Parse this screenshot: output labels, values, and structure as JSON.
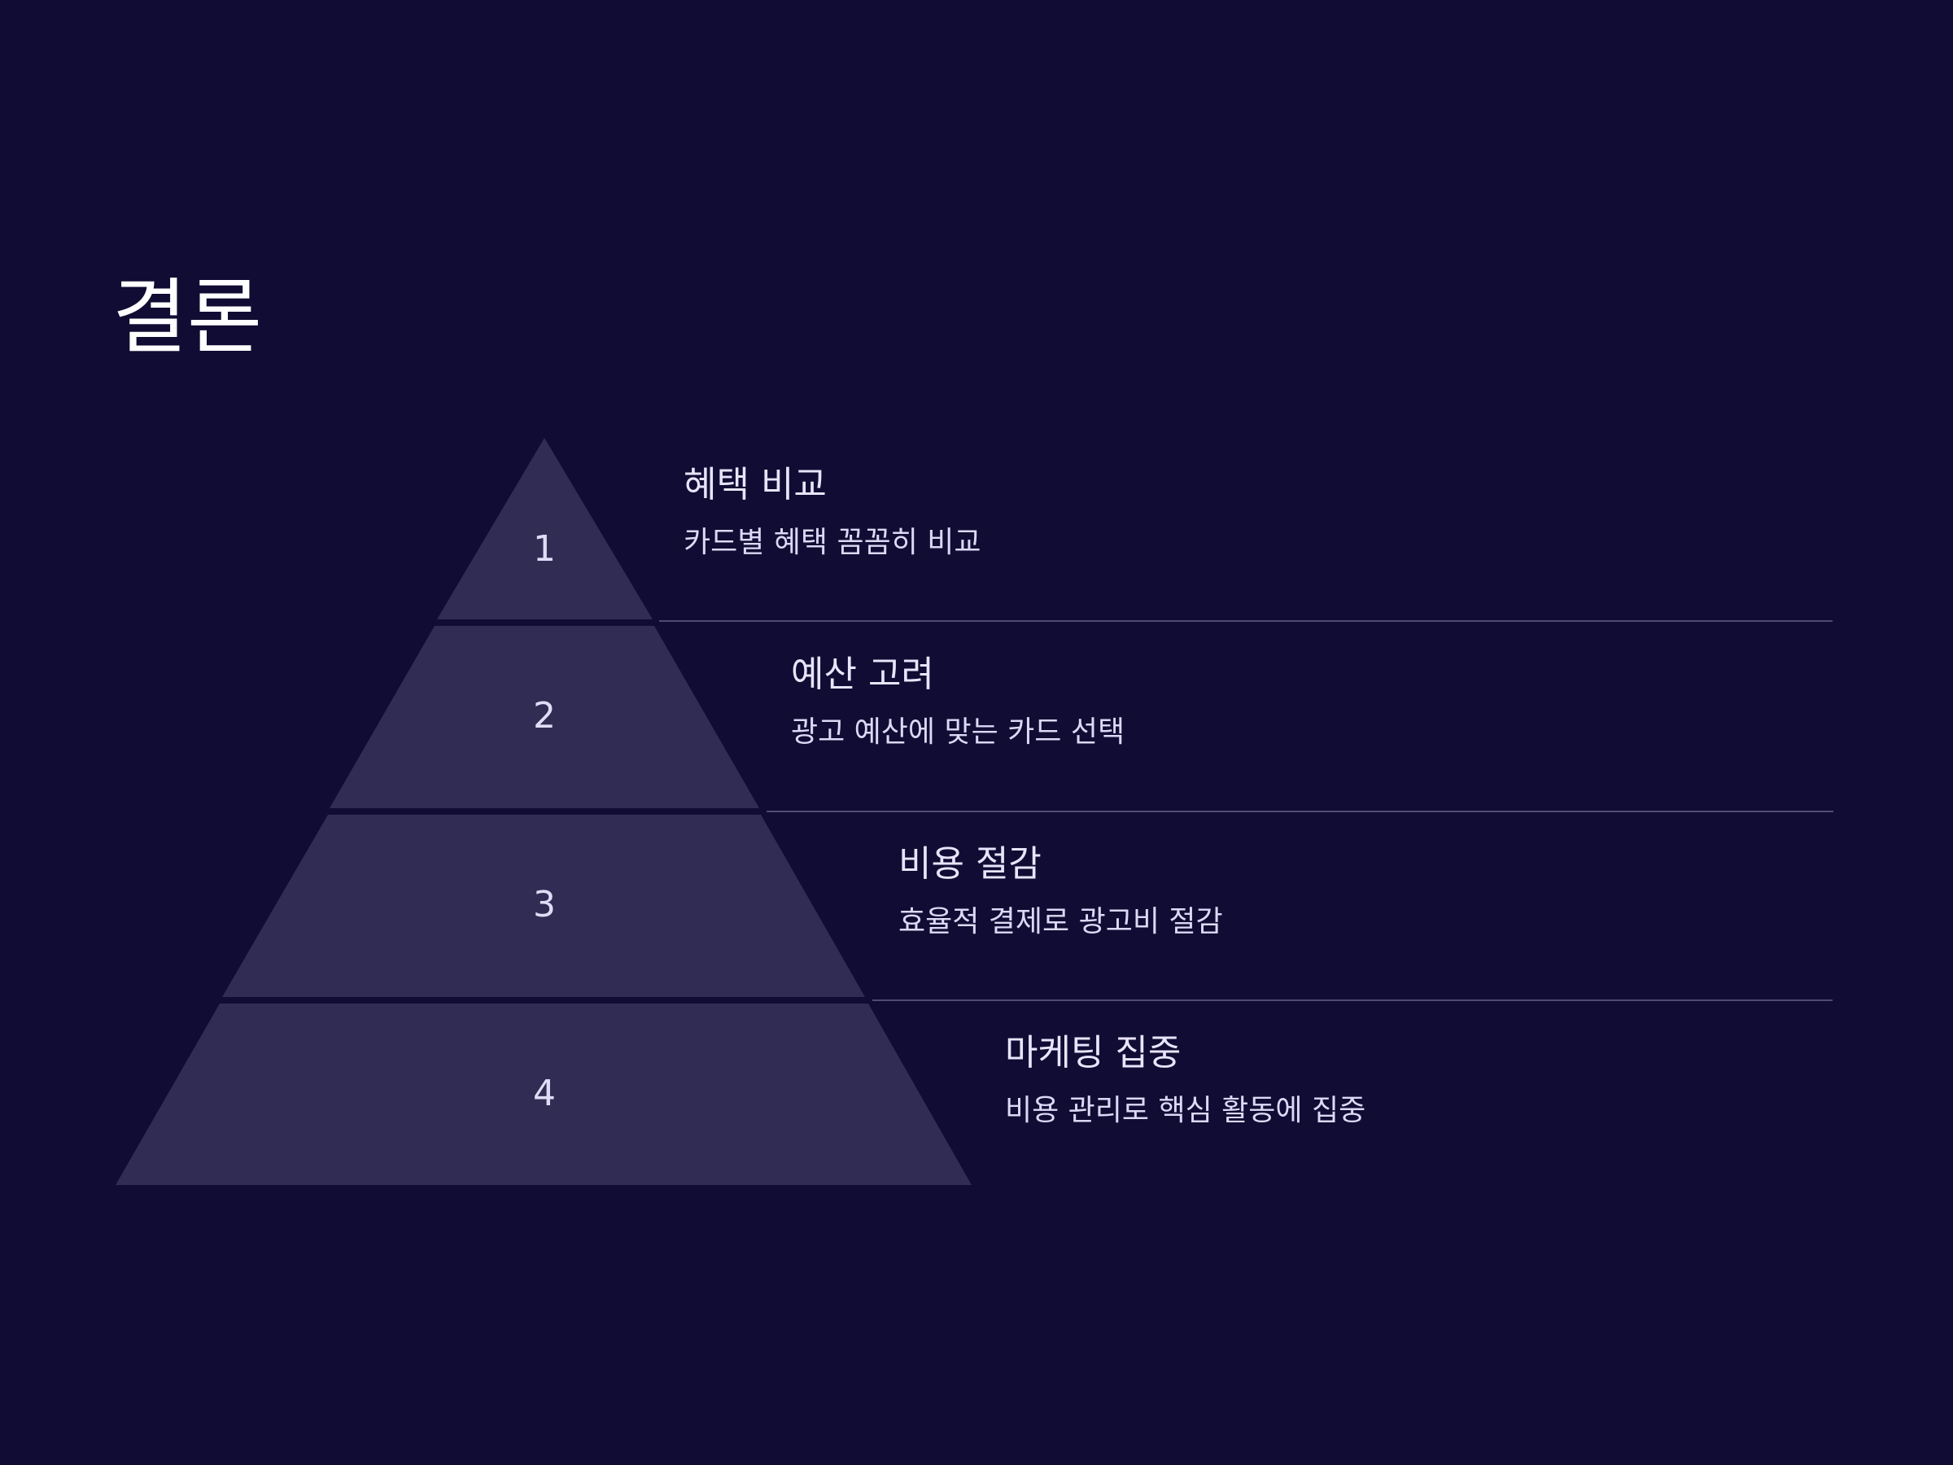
{
  "slide": {
    "title": "결론"
  },
  "pyramid": {
    "colors": {
      "background": "#100c33",
      "tier_fill": "#302c53",
      "divider": "#4f4b73",
      "text": "#e8e4fb"
    },
    "tiers": [
      {
        "number": "1",
        "title": "혜택 비교",
        "description": "카드별 혜택 꼼꼼히 비교"
      },
      {
        "number": "2",
        "title": "예산 고려",
        "description": "광고 예산에 맞는 카드 선택"
      },
      {
        "number": "3",
        "title": "비용 절감",
        "description": "효율적 결제로 광고비 절감"
      },
      {
        "number": "4",
        "title": "마케팅 집중",
        "description": "비용 관리로 핵심 활동에 집중"
      }
    ]
  }
}
